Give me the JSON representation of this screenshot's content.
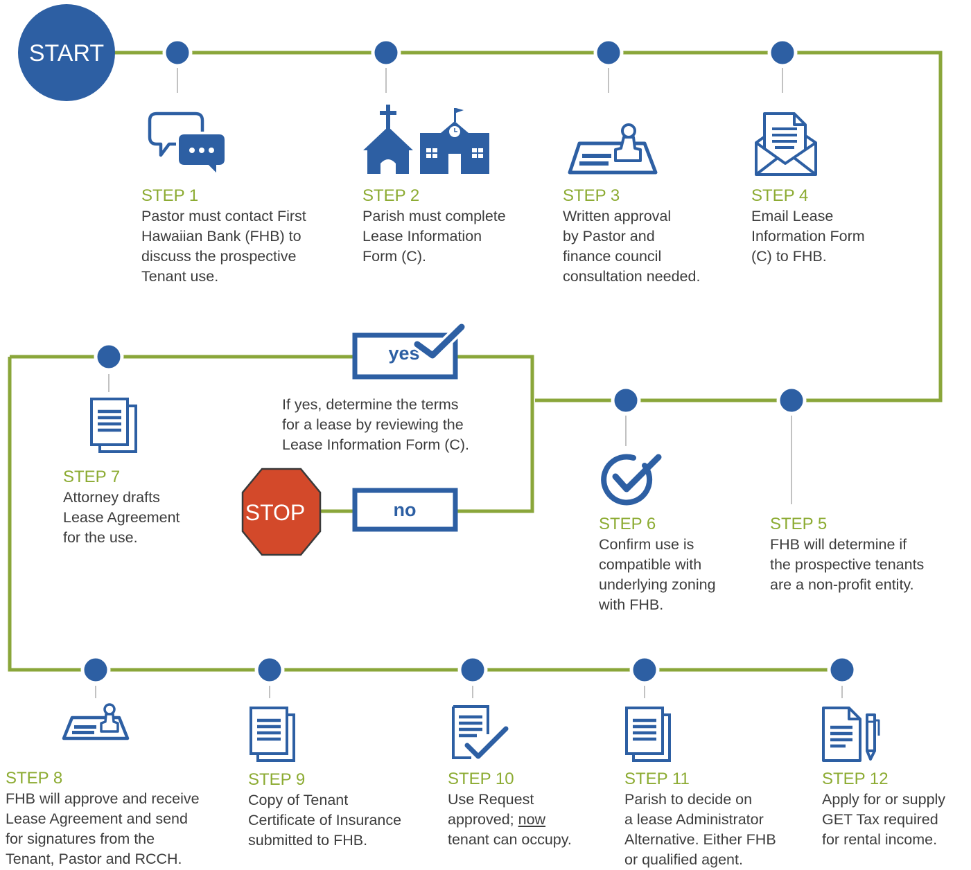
{
  "colors": {
    "line": "#8aa63a",
    "node": "#2d5fa3",
    "step_label": "#8cab32",
    "text": "#3c3c3c",
    "stop": "#d3492a"
  },
  "start_label": "START",
  "stop_label": "STOP",
  "decision": {
    "yes_label": "yes",
    "no_label": "no",
    "question_lines": [
      "If yes, determine the terms",
      "for a lease by reviewing the",
      "Lease Information Form (C)."
    ]
  },
  "steps": [
    {
      "label": "STEP 1",
      "icon": "chat-bubbles-icon",
      "lines": [
        "Pastor must contact First",
        "Hawaiian Bank (FHB) to",
        "discuss the prospective",
        "Tenant use."
      ]
    },
    {
      "label": "STEP 2",
      "icon": "church-school-icon",
      "lines": [
        "Parish must complete",
        "Lease Information",
        "Form (C)."
      ]
    },
    {
      "label": "STEP 3",
      "icon": "stamp-approval-icon",
      "lines": [
        "Written approval",
        "by Pastor and",
        "finance council",
        "consultation needed."
      ]
    },
    {
      "label": "STEP 4",
      "icon": "email-document-icon",
      "lines": [
        "Email Lease",
        "Information Form",
        "(C) to FHB."
      ]
    },
    {
      "label": "STEP 5",
      "icon": "",
      "lines": [
        "FHB will determine if",
        "the prospective tenants",
        "are a non-profit entity."
      ]
    },
    {
      "label": "STEP 6",
      "icon": "check-circle-icon",
      "lines": [
        "Confirm use is",
        "compatible with",
        "underlying zoning",
        "with FHB."
      ]
    },
    {
      "label": "STEP 7",
      "icon": "documents-icon",
      "lines": [
        "Attorney drafts",
        "Lease Agreement",
        "for the use."
      ]
    },
    {
      "label": "STEP 8",
      "icon": "stamp-approval-icon",
      "lines": [
        "FHB will approve and receive",
        "Lease Agreement and send",
        "for signatures from the",
        "Tenant, Pastor and RCCH."
      ]
    },
    {
      "label": "STEP 9",
      "icon": "documents-icon",
      "lines": [
        "Copy of Tenant",
        "Certificate of Insurance",
        "submitted to FHB."
      ]
    },
    {
      "label": "STEP 10",
      "icon": "document-check-icon",
      "lines": [
        "Use Request",
        "approved;",
        "tenant can occupy."
      ],
      "line2_emphasis": "now"
    },
    {
      "label": "STEP 11",
      "icon": "documents-icon",
      "lines": [
        "Parish to decide on",
        "a lease Administrator",
        "Alternative. Either FHB",
        "or qualified agent."
      ]
    },
    {
      "label": "STEP 12",
      "icon": "document-pen-icon",
      "lines": [
        "Apply for or supply",
        "GET Tax required",
        "for rental income."
      ]
    }
  ]
}
